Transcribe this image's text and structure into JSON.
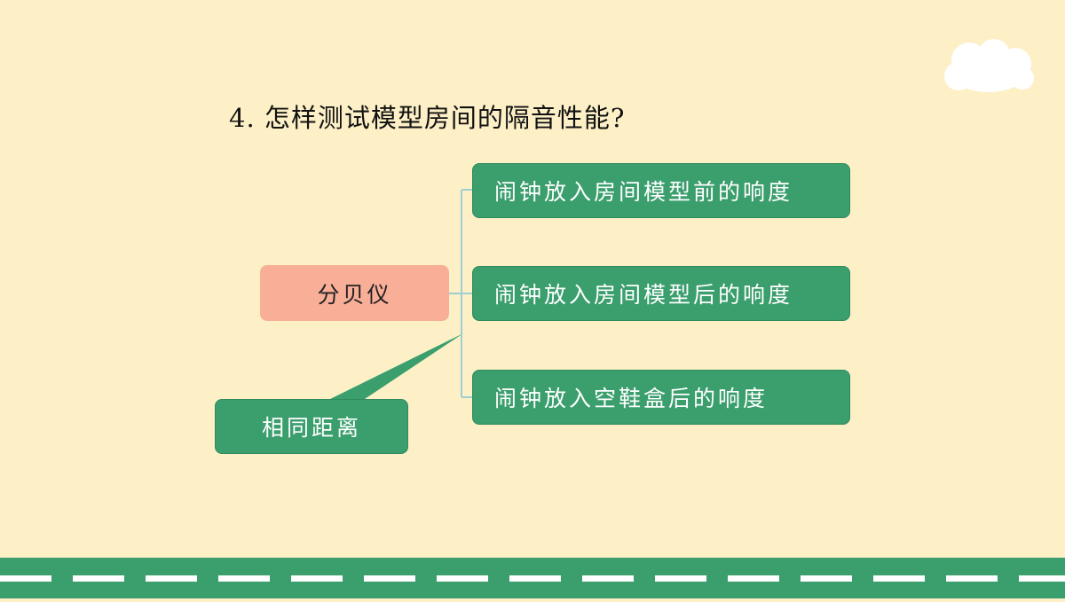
{
  "slide": {
    "title": "4. 怎样测试模型房间的隔音性能?",
    "center_node": "分贝仪",
    "callout": "相同距离",
    "branches": [
      "闹钟放入房间模型前的响度",
      "闹钟放入房间模型后的响度",
      "闹钟放入空鞋盒后的响度"
    ]
  },
  "colors": {
    "background": "#fdf0c7",
    "green": "#3a9e6d",
    "salmon": "#f9ae98",
    "connector": "#9ecfd0"
  }
}
